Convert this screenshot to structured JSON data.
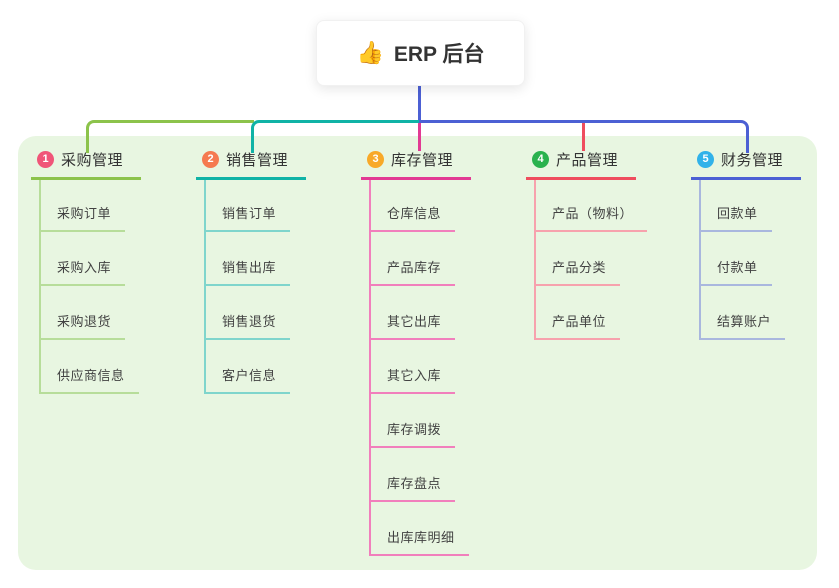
{
  "root": {
    "icon": "thumbs-up-icon",
    "icon_glyph": "👍",
    "label": "ERP 后台"
  },
  "panel_color": "#e8f6e1",
  "branches": [
    {
      "num": "1",
      "title": "采购管理",
      "badge_color": "#f05578",
      "line_color": "#8cc34b",
      "light_color": "#b7dd9a",
      "children": [
        "采购订单",
        "采购入库",
        "采购退货",
        "供应商信息"
      ]
    },
    {
      "num": "2",
      "title": "销售管理",
      "badge_color": "#f57a50",
      "line_color": "#10b3a6",
      "light_color": "#7fd5cc",
      "children": [
        "销售订单",
        "销售出库",
        "销售退货",
        "客户信息"
      ]
    },
    {
      "num": "3",
      "title": "库存管理",
      "badge_color": "#f8a928",
      "line_color": "#e23a93",
      "light_color": "#f17fbc",
      "children": [
        "仓库信息",
        "产品库存",
        "其它出库",
        "其它入库",
        "库存调拨",
        "库存盘点",
        "出库库明细"
      ]
    },
    {
      "num": "4",
      "title": "产品管理",
      "badge_color": "#2ab24e",
      "line_color": "#ef4d5e",
      "light_color": "#f7a2ad",
      "children": [
        "产品（物料）",
        "产品分类",
        "产品单位"
      ]
    },
    {
      "num": "5",
      "title": "财务管理",
      "badge_color": "#31b2e9",
      "line_color": "#4c60d4",
      "light_color": "#a9b7de",
      "children": [
        "回款单",
        "付款单",
        "结算账户"
      ]
    }
  ]
}
